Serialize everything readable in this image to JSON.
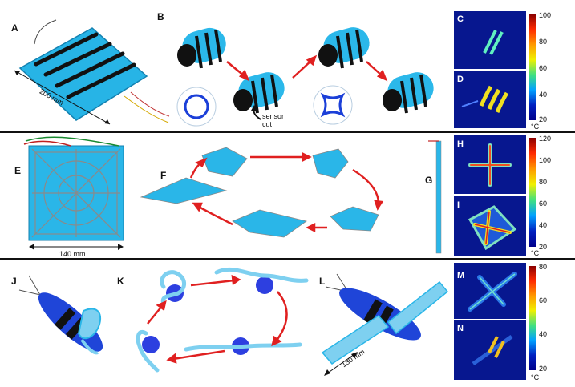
{
  "panels": {
    "A": "A",
    "B": "B",
    "C": "C",
    "D": "D",
    "E": "E",
    "F": "F",
    "G": "G",
    "H": "H",
    "I": "I",
    "J": "J",
    "K": "K",
    "L": "L",
    "M": "M",
    "N": "N"
  },
  "annotations": {
    "a_width": "200 mm",
    "b_sensor_cut": "sensor\ncut",
    "e_width": "140 mm",
    "l_length": "130 mm"
  },
  "colorbars": [
    {
      "ticks": [
        "100",
        "80",
        "60",
        "40",
        "20"
      ],
      "unit": "°C"
    },
    {
      "ticks": [
        "120",
        "100",
        "80",
        "60",
        "40",
        "20"
      ],
      "unit": "°C"
    },
    {
      "ticks": [
        "80",
        "60",
        "40",
        "20"
      ],
      "unit": "°C"
    }
  ]
}
